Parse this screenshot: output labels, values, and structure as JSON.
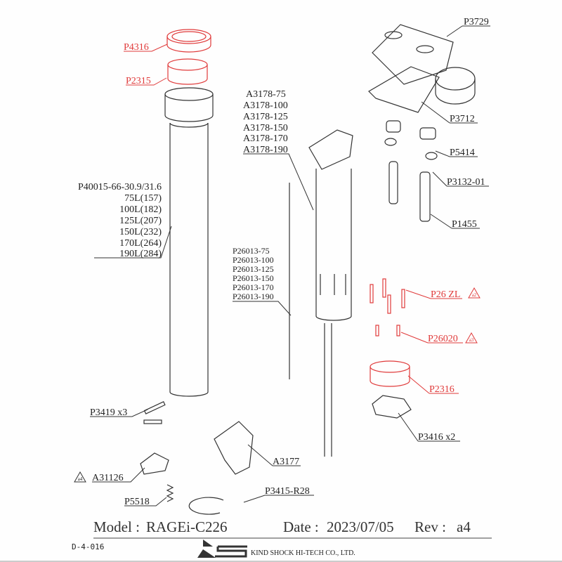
{
  "labels": {
    "p4316": "P4316",
    "p2315": "P2315",
    "p3729": "P3729",
    "p3712": "P3712",
    "p5414": "P5414",
    "p3132": "P3132-01",
    "p1455": "P1455",
    "p26zl": "P26 ZL",
    "p26zl_rev": "a2",
    "p26020": "P26020",
    "p26020_rev": "a3",
    "p2316": "P2316",
    "p3416": "P3416 x2",
    "p3419": "P3419 x3",
    "a3177": "A3177",
    "a31126": "A31126",
    "a31126_rev": "a4",
    "p3415": "P3415-R28",
    "p5518": "P5518"
  },
  "a3178": [
    "A3178-75",
    "A3178-100",
    "A3178-125",
    "A3178-150",
    "A3178-170",
    "A3178-190"
  ],
  "p40015": [
    "P40015-66-30.9/31.6",
    "75L(157)",
    "100L(182)",
    "125L(207)",
    "150L(232)",
    "170L(264)",
    "190L(284)"
  ],
  "p26013": [
    "P26013-75",
    "P26013-100",
    "P26013-125",
    "P26013-150",
    "P26013-170",
    "P26013-190"
  ],
  "footer": {
    "model_label": "Model :",
    "model": "RAGEi-C226",
    "date_label": "Date :",
    "date": "2023/07/05",
    "rev_label": "Rev :",
    "rev": "a4",
    "doc_no": "D-4-016",
    "logo": "KS",
    "company": "KIND SHOCK HI-TECH CO., LTD."
  },
  "colors": {
    "highlight": "#e03a3a",
    "ink": "#333333"
  }
}
